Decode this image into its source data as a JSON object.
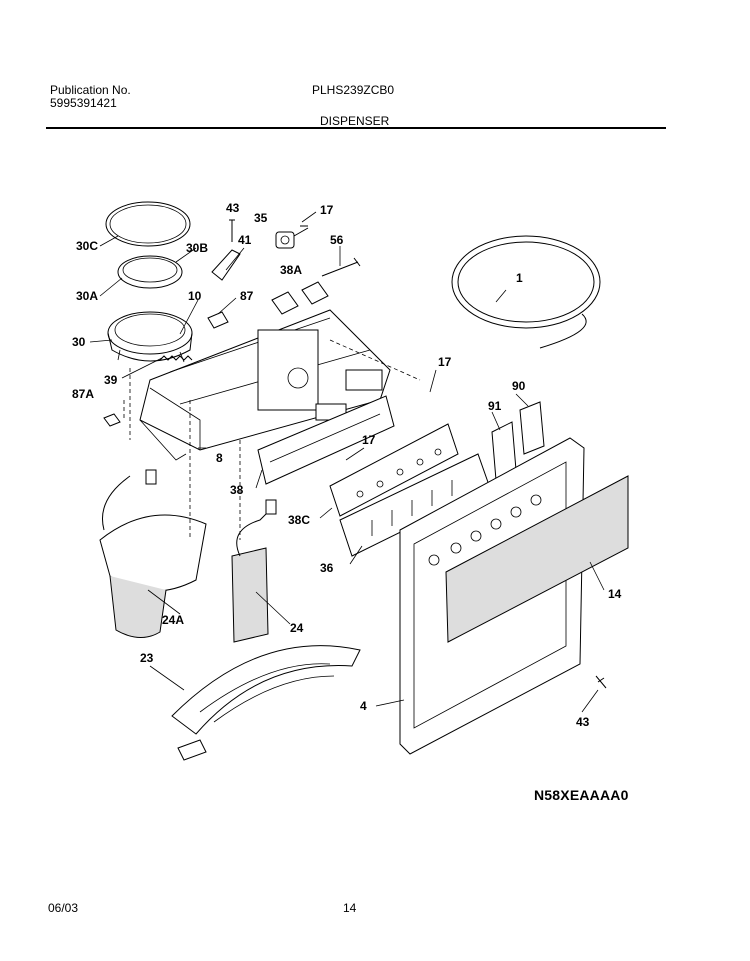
{
  "header": {
    "publication_label": "Publication No.",
    "publication_number": "5995391421",
    "model": "PLHS239ZCB0",
    "section": "DISPENSER"
  },
  "diagram": {
    "code": "N58XEAAAA0",
    "callouts": [
      {
        "id": "c-30c",
        "label": "30C"
      },
      {
        "id": "c-30b",
        "label": "30B"
      },
      {
        "id": "c-30a",
        "label": "30A"
      },
      {
        "id": "c-10",
        "label": "10"
      },
      {
        "id": "c-30",
        "label": "30"
      },
      {
        "id": "c-39",
        "label": "39"
      },
      {
        "id": "c-87a",
        "label": "87A"
      },
      {
        "id": "c-43a",
        "label": "43"
      },
      {
        "id": "c-35",
        "label": "35"
      },
      {
        "id": "c-17a",
        "label": "17"
      },
      {
        "id": "c-41",
        "label": "41"
      },
      {
        "id": "c-56",
        "label": "56"
      },
      {
        "id": "c-38a",
        "label": "38A"
      },
      {
        "id": "c-87",
        "label": "87"
      },
      {
        "id": "c-1",
        "label": "1"
      },
      {
        "id": "c-17b",
        "label": "17"
      },
      {
        "id": "c-90",
        "label": "90"
      },
      {
        "id": "c-91",
        "label": "91"
      },
      {
        "id": "c-17c",
        "label": "17"
      },
      {
        "id": "c-8",
        "label": "8"
      },
      {
        "id": "c-38",
        "label": "38"
      },
      {
        "id": "c-38c",
        "label": "38C"
      },
      {
        "id": "c-36",
        "label": "36"
      },
      {
        "id": "c-14",
        "label": "14"
      },
      {
        "id": "c-24a",
        "label": "24A"
      },
      {
        "id": "c-24",
        "label": "24"
      },
      {
        "id": "c-23",
        "label": "23"
      },
      {
        "id": "c-4",
        "label": "4"
      },
      {
        "id": "c-43b",
        "label": "43"
      }
    ]
  },
  "footer": {
    "date": "06/03",
    "page": "14"
  }
}
